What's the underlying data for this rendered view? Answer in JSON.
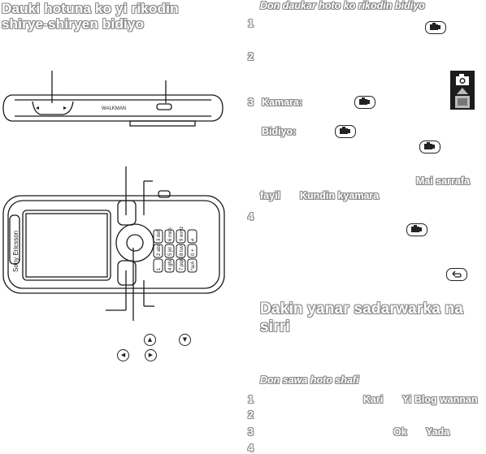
{
  "left": {
    "title_line1": "Dauki hotuna ko yi rikodin",
    "title_line2": "shirye-shiryen bidiyo",
    "phone_side_text": "WALKMAN",
    "phone_brand_text": "Sony Ericsson",
    "phone_keys": [
      "1",
      "2 abc",
      "3 def",
      "4 ghi",
      "5 jkl",
      "6 mno",
      "7 pqrs",
      "8 tuv",
      "9 wxyz",
      "*a/A",
      "0 +",
      "#"
    ],
    "nav_icons": [
      "nav-up-icon",
      "nav-down-icon",
      "nav-left-icon",
      "nav-right-icon"
    ]
  },
  "right": {
    "sub_heading_1": "Don daukar hoto ko rikodin bidiyo",
    "step_numbers": [
      "1",
      "2",
      "3",
      "4"
    ],
    "label_kamara": "Kamara:",
    "label_bidiyo": "Bidiyo:",
    "mai_sarrafa": "Mai sarrafa",
    "fayil": "fayil",
    "kundin": "Kundin kyamara",
    "big_heading": "Dakin yanar sadarwarka na sirri",
    "sub_heading_2": "Don sawa hoto shafi",
    "step2_numbers": [
      "1",
      "2",
      "3",
      "4"
    ],
    "kari": "Kari",
    "yi_blog": "Yi Blog wannan",
    "ok": "Ok",
    "yada": "Yada"
  },
  "colors": {
    "outline": "#8a8a8a",
    "ink": "#1a1a1a"
  }
}
